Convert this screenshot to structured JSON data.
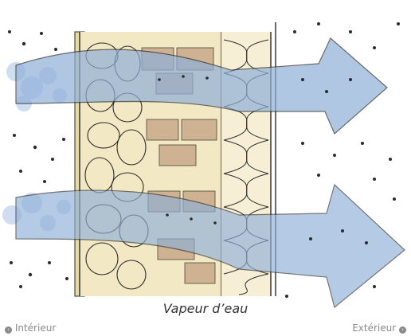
{
  "caption": "Vapeur d’eau",
  "legend": {
    "left_label": "Intérieur",
    "right_label": "Extérieur",
    "left_icon": "chevron-left-circle-icon",
    "right_icon": "chevron-right-circle-icon"
  },
  "colors": {
    "vapor_blue": "#8fb0d8",
    "brick_tan": "#c9a98a",
    "stone_cream": "#f3e8c4",
    "plaster_yellow": "#e9d9a3",
    "ink": "#2b2b2b"
  }
}
